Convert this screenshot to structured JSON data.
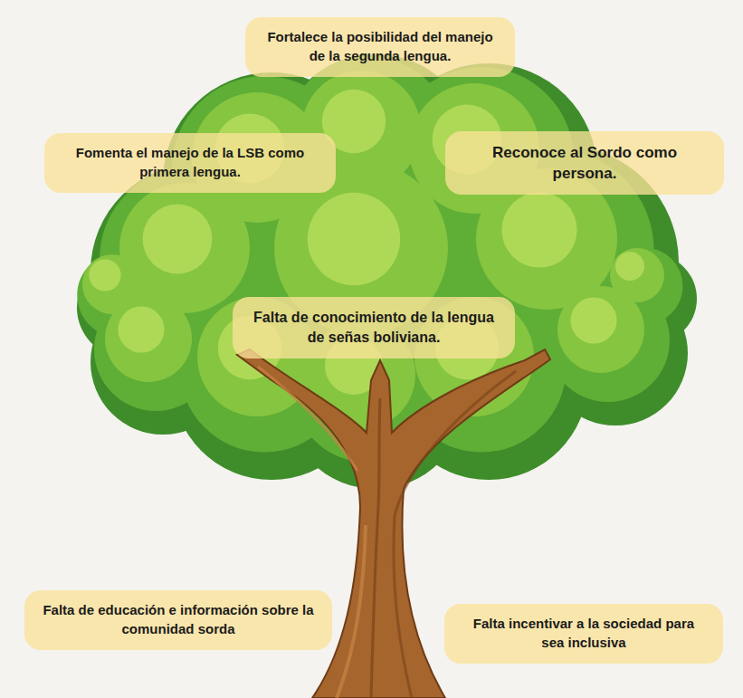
{
  "diagram": {
    "nodes": [
      {
        "text": [
          "Fortalece la posibilidad del manejo de la segunda lengua."
        ]
      },
      {
        "text": [
          "Fomenta el manejo de la LSB como primera lengua."
        ]
      },
      {
        "text": [
          "Reconoce al Sordo como persona."
        ]
      },
      {
        "text": [
          "Falta de conocimiento de la lengua de señas boliviana."
        ]
      },
      {
        "text": [
          "Falta de educación e información sobre la comunidad sorda"
        ]
      },
      {
        "text": [
          "Falta incentivar a la sociedad para sea inclusiva"
        ]
      }
    ]
  }
}
